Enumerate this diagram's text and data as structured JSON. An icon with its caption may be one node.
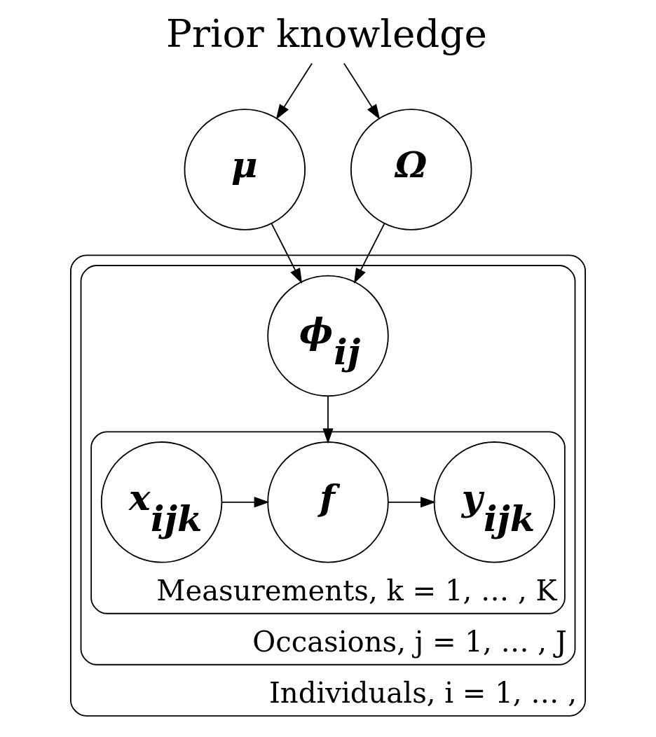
{
  "diagram": {
    "nodes": [
      {
        "text": [
          "Prior knowledge"
        ]
      },
      {
        "text": [
          "μ"
        ]
      },
      {
        "text": [
          "Ω"
        ]
      },
      {
        "text": [
          "Individuals, i = 1, … ,"
        ]
      },
      {
        "text": [
          "Occasions, j = 1, … , J"
        ],
        "in": 3
      },
      {
        "text": [
          "ϕ$_{ij}$"
        ],
        "in": 4
      },
      {
        "text": [
          "Measurements, k = 1, … , K"
        ],
        "in": 4
      },
      {
        "text": [
          "x$_{ijk}$"
        ],
        "in": 6
      },
      {
        "text": [
          "f"
        ],
        "in": 6
      },
      {
        "text": [
          "y$_{ijk}$"
        ],
        "in": 6
      }
    ],
    "edges": [
      {
        "from": 0,
        "to": 1,
        "arrow": "to"
      },
      {
        "from": 0,
        "to": 2,
        "arrow": "to"
      },
      {
        "from": 1,
        "to": 5,
        "arrow": "to"
      },
      {
        "from": 2,
        "to": 5,
        "arrow": "to"
      },
      {
        "from": 5,
        "to": 8,
        "arrow": "to"
      },
      {
        "from": 7,
        "to": 8,
        "arrow": "to"
      },
      {
        "from": 8,
        "to": 9,
        "arrow": "to"
      }
    ]
  }
}
